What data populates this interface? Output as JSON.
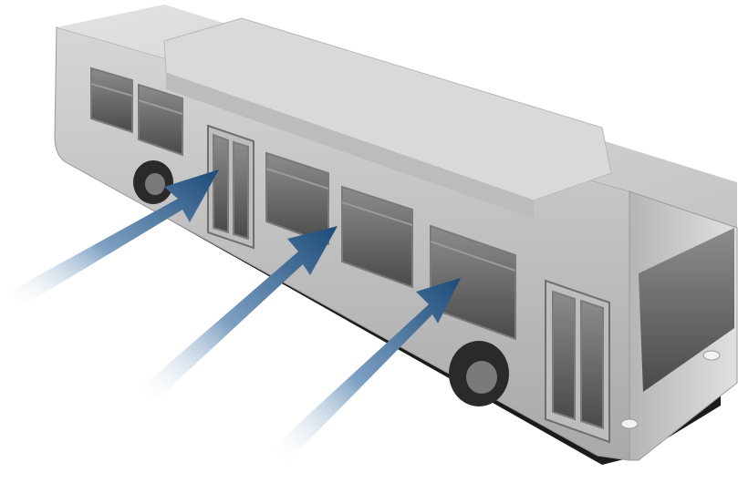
{
  "image": {
    "subject": "bus-with-arrows",
    "background_color": "#ffffff",
    "colors": {
      "bus_body": "#c9c9c9",
      "bus_roof": "#dcdcdc",
      "bus_shadow": "#1a1a1a",
      "window_glass": "#5a5a5a",
      "arrow_dark": "#1f4e79",
      "arrow_light": "#ffffff"
    },
    "arrow_count": 3,
    "icons": [
      "bus-illustration",
      "arrow-icon"
    ]
  }
}
